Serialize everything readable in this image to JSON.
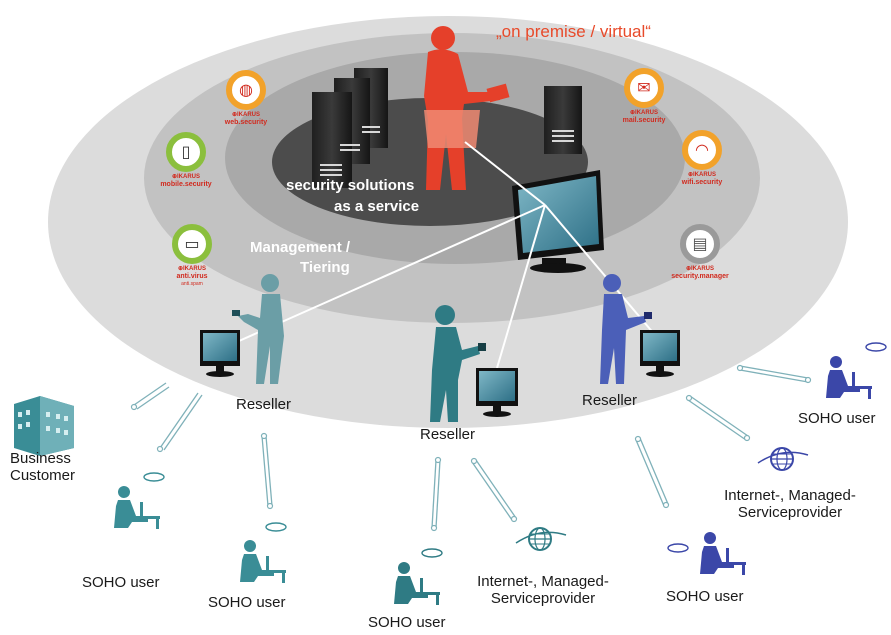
{
  "title": "„on premise / virtual“",
  "center": {
    "line1": "security solutions",
    "line2": "as a service"
  },
  "tiering": {
    "line1": "Management /",
    "line2": "Tiering"
  },
  "badges": [
    {
      "brand": "⊕IKARUS",
      "product": "web.security",
      "sub": "",
      "ring_color": "#f2a22a",
      "icon": "globe-icon"
    },
    {
      "brand": "⊕IKARUS",
      "product": "mobile.security",
      "sub": "",
      "ring_color": "#8bbf3d",
      "icon": "phone-icon"
    },
    {
      "brand": "⊕IKARUS",
      "product": "anti.virus",
      "sub": "anti.spam",
      "ring_color": "#8bbf3d",
      "icon": "laptop-icon"
    },
    {
      "brand": "⊕IKARUS",
      "product": "mail.security",
      "sub": "",
      "ring_color": "#f2a22a",
      "icon": "mail-icon"
    },
    {
      "brand": "⊕IKARUS",
      "product": "wifi.security",
      "sub": "",
      "ring_color": "#f2a22a",
      "icon": "wifi-icon"
    },
    {
      "brand": "⊕IKARUS",
      "product": "security.manager",
      "sub": "",
      "ring_color": "#9a9a9a",
      "icon": "server-icon"
    }
  ],
  "resellers": [
    "Reseller",
    "Reseller",
    "Reseller"
  ],
  "business": {
    "line1": "Business",
    "line2": "Customer"
  },
  "soho": [
    "SOHO user",
    "SOHO user",
    "SOHO user",
    "SOHO user",
    "SOHO user"
  ],
  "isp": [
    {
      "line1": "Internet-, Managed-",
      "line2": "Serviceprovider"
    },
    {
      "line1": "Internet-, Managed-",
      "line2": "Serviceprovider"
    }
  ],
  "colors": {
    "ring_outer": "#dedede",
    "ring_mid": "#c4c4c4",
    "ring_inner": "#a8a8a8",
    "core": "#4d4d4d",
    "admin": "#e5402a",
    "reseller_left": "#6b9ea6",
    "reseller_mid": "#2f7b84",
    "reseller_right": "#4b5fb8",
    "soho": "#3a8d96",
    "soho_right": "#3b47a8"
  }
}
